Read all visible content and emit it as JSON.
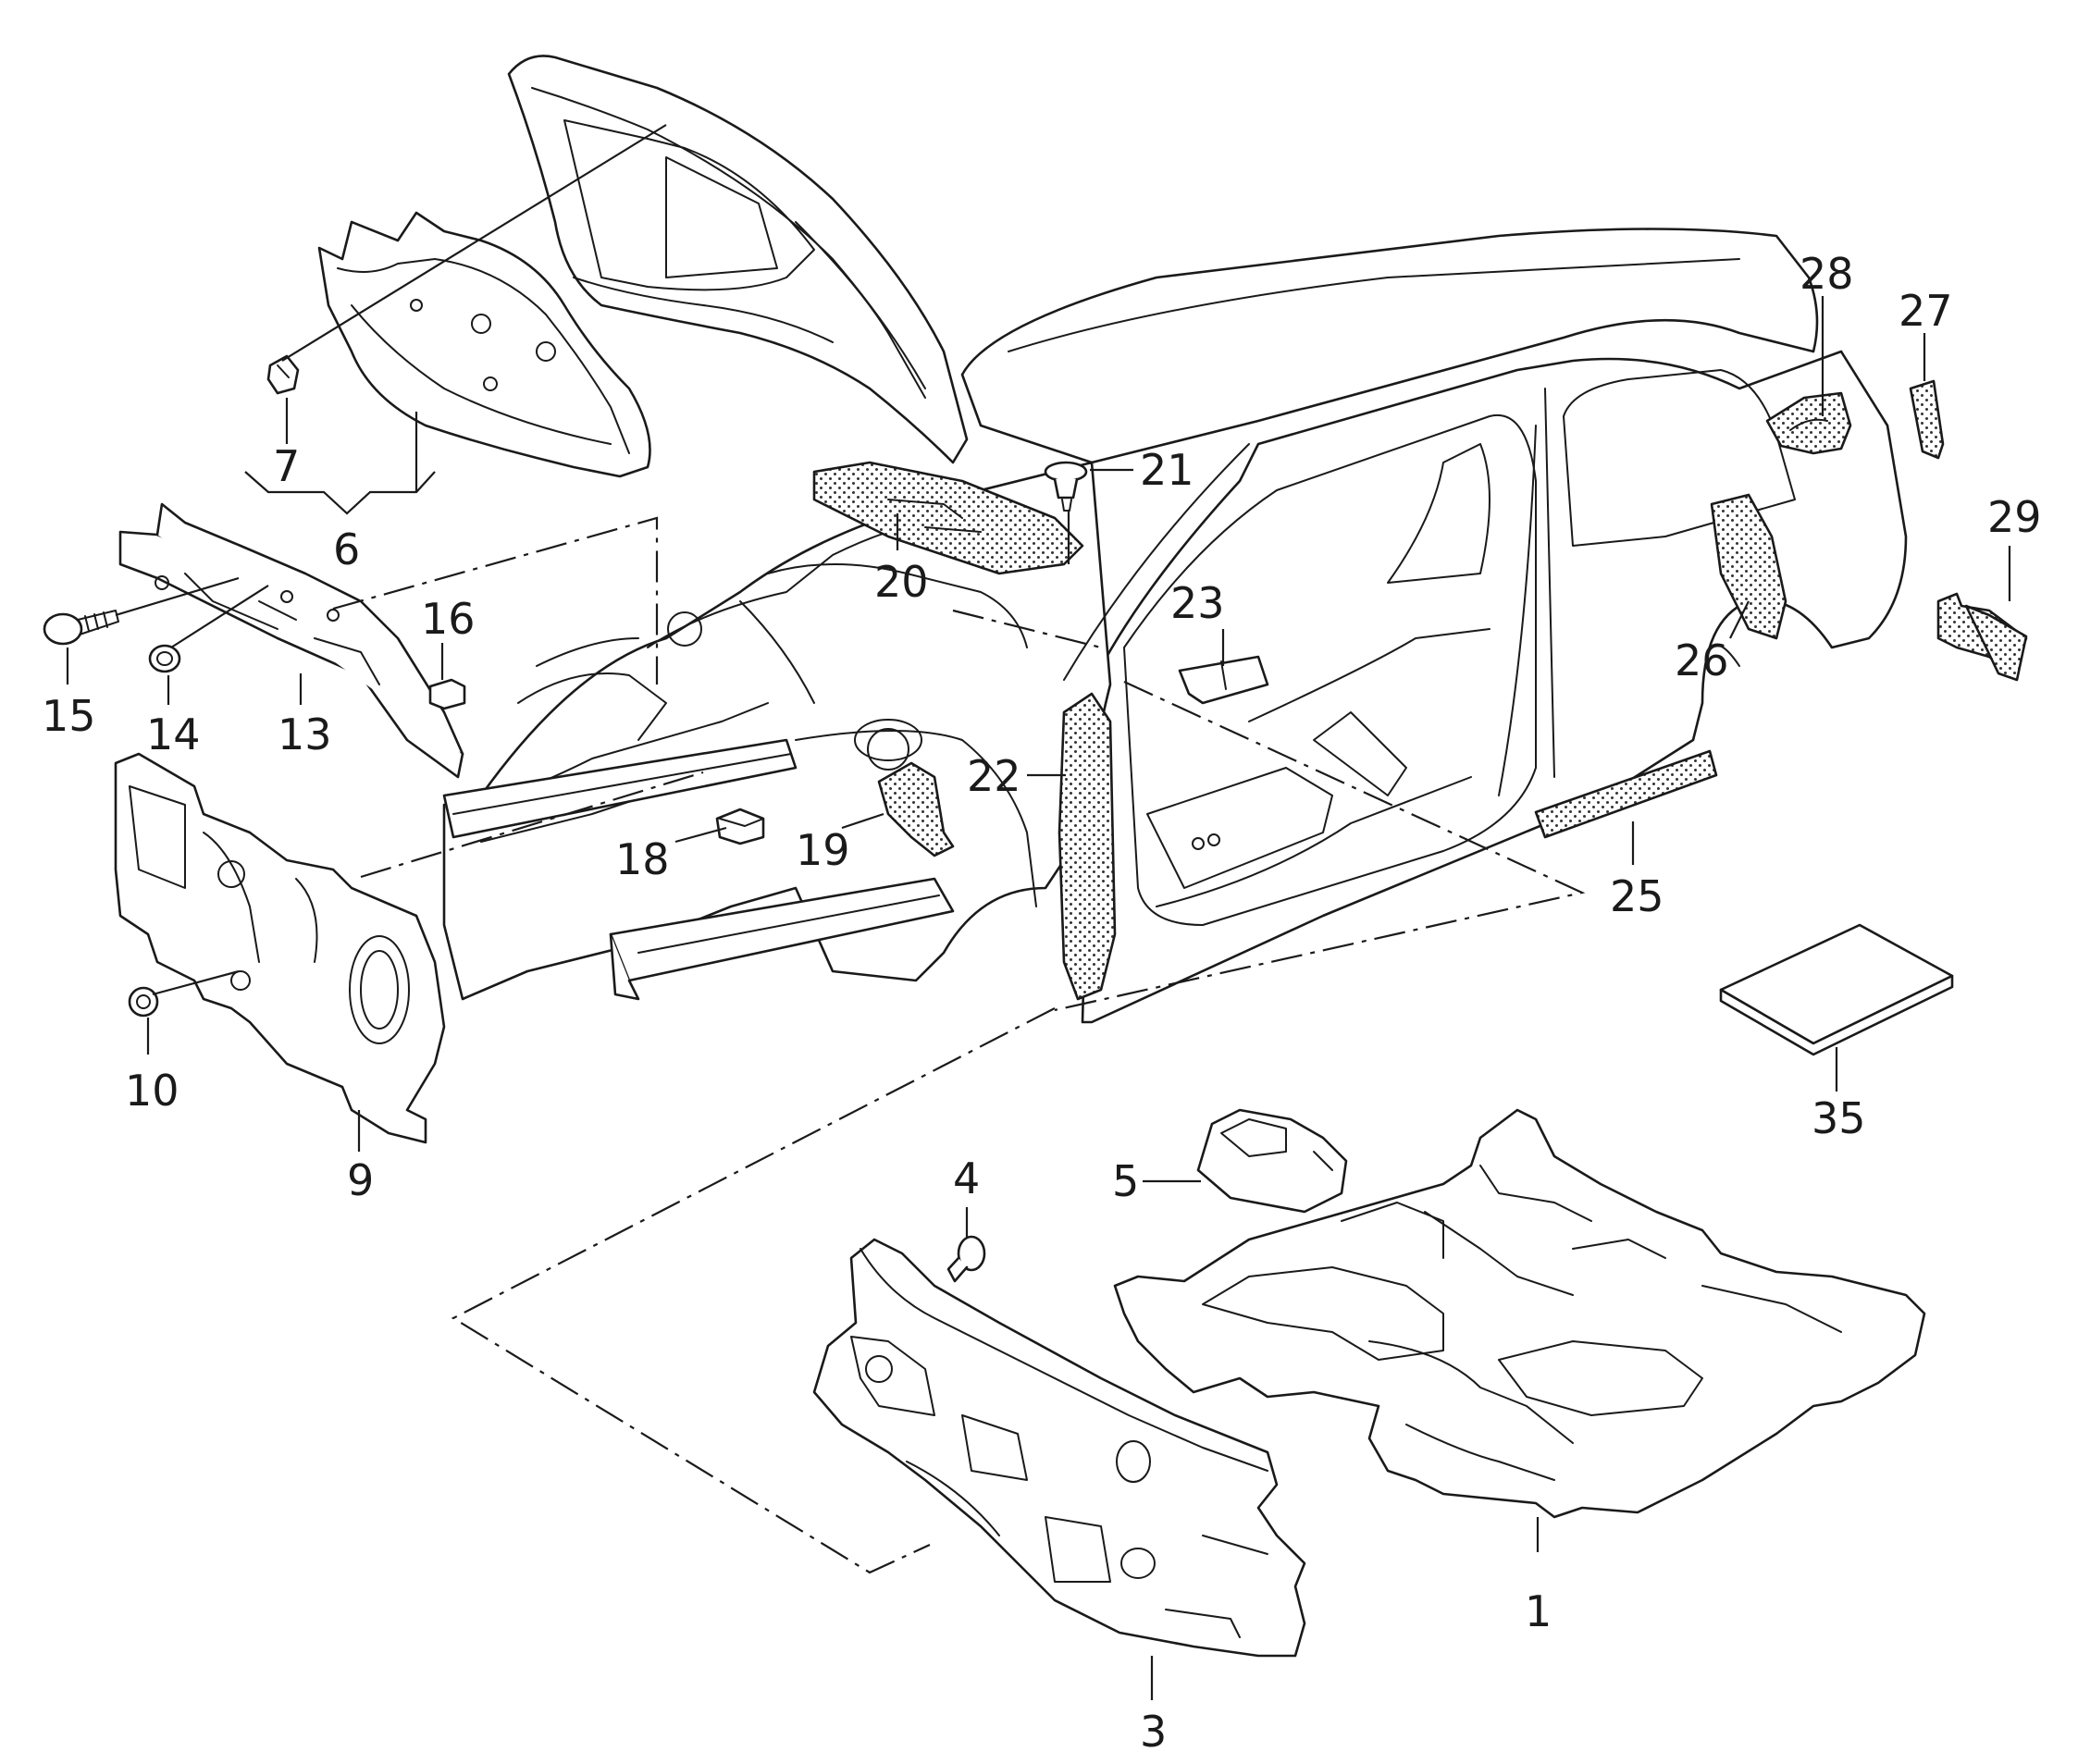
{
  "callouts": {
    "c1": "1",
    "c3": "3",
    "c4": "4",
    "c5": "5",
    "c6": "6",
    "c7": "7",
    "c9": "9",
    "c10": "10",
    "c13": "13",
    "c14": "14",
    "c15": "15",
    "c16": "16",
    "c18": "18",
    "c19": "19",
    "c20": "20",
    "c21": "21",
    "c22": "22",
    "c23": "23",
    "c25": "25",
    "c26": "26",
    "c27": "27",
    "c28": "28",
    "c29": "29",
    "c35": "35"
  },
  "colors": {
    "line": "#1a1a1a",
    "background": "#ffffff"
  }
}
